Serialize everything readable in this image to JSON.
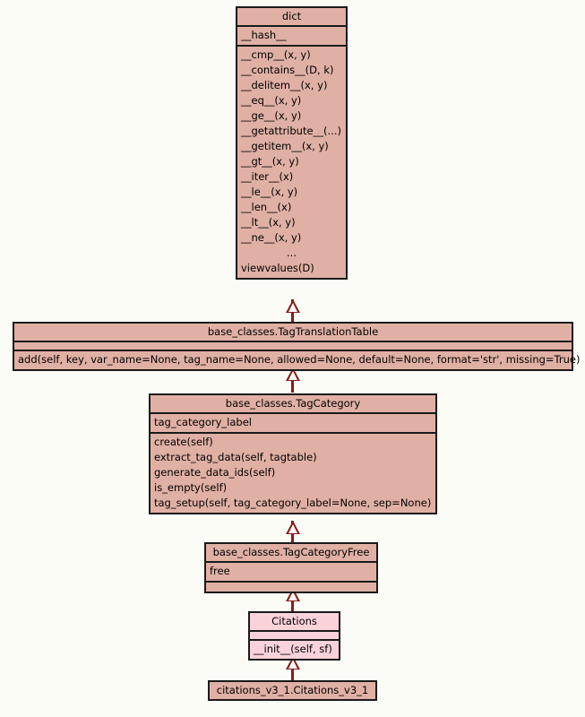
{
  "diagram": {
    "type": "uml-class-diagram",
    "background_color": "#fcfcf7",
    "box_fill_color": "#e0b0a4",
    "box_fill_color_highlight": "#fad2da",
    "border_color": "#1a1a1a",
    "connector_color": "#8b1a1a",
    "relationship": "generalization"
  },
  "classes": [
    {
      "id": "dict",
      "name": "dict",
      "attributes": [
        "__hash__"
      ],
      "methods": [
        "__cmp__(x, y)",
        "__contains__(D, k)",
        "__delitem__(x, y)",
        "__eq__(x, y)",
        "__ge__(x, y)",
        "__getattribute__(...)",
        "__getitem__(x, y)",
        "__gt__(x, y)",
        "__iter__(x)",
        "__le__(x, y)",
        "__len__(x)",
        "__lt__(x, y)",
        "__ne__(x, y)",
        "...",
        "viewvalues(D)"
      ]
    },
    {
      "id": "tag-translation-table",
      "name": "base_classes.TagTranslationTable",
      "attributes": [],
      "methods": [
        "add(self, key, var_name=None, tag_name=None, allowed=None, default=None, format='str', missing=True)"
      ]
    },
    {
      "id": "tag-category",
      "name": "base_classes.TagCategory",
      "attributes": [
        "tag_category_label"
      ],
      "methods": [
        "create(self)",
        "extract_tag_data(self, tagtable)",
        "generate_data_ids(self)",
        "is_empty(self)",
        "tag_setup(self, tag_category_label=None, sep=None)"
      ]
    },
    {
      "id": "tag-category-free",
      "name": "base_classes.TagCategoryFree",
      "attributes": [
        "free"
      ],
      "methods": []
    },
    {
      "id": "citations",
      "name": "Citations",
      "attributes": [],
      "methods": [
        "__init__(self, sf)"
      ]
    },
    {
      "id": "citations-v3-1",
      "name": "citations_v3_1.Citations_v3_1",
      "attributes": [],
      "methods": []
    }
  ],
  "edges": [
    {
      "from": "tag-translation-table",
      "to": "dict",
      "kind": "generalization"
    },
    {
      "from": "tag-category",
      "to": "tag-translation-table",
      "kind": "generalization"
    },
    {
      "from": "tag-category-free",
      "to": "tag-category",
      "kind": "generalization"
    },
    {
      "from": "citations",
      "to": "tag-category-free",
      "kind": "generalization"
    },
    {
      "from": "citations-v3-1",
      "to": "citations",
      "kind": "generalization"
    }
  ]
}
